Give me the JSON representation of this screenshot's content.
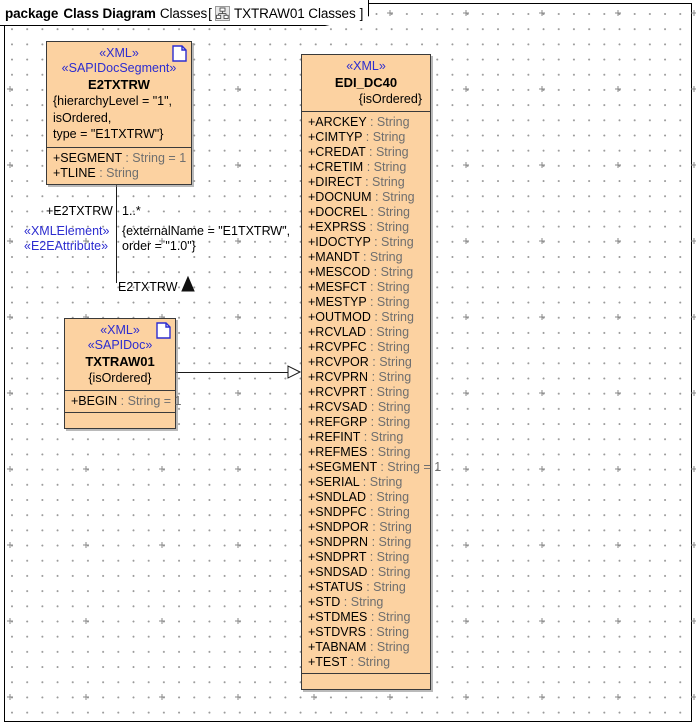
{
  "window": {
    "package_keyword": "package",
    "diagram_kind": "Class Diagram",
    "package_name": "Classes",
    "bracket_open": "[",
    "bracket_close": "]",
    "tab_title": "TXTRAW01 Classes",
    "tab_icon": "class-diagram-icon"
  },
  "canvas": {
    "background": "#ffffff",
    "grid_dot_color": "#9a9a9a",
    "border_color": "#000000"
  },
  "style": {
    "class_fill": "#FCD2A1",
    "class_border": "#3a3a3a",
    "stereotype_color": "#2D2DD0",
    "attribute_type_color": "#6f6f6f",
    "connector_color": "#1a1a1a"
  },
  "classes": [
    {
      "id": "e2txtrw",
      "stereotypes": [
        "«XML»",
        "«SAPIDocSegment»"
      ],
      "name": "E2TXTRW",
      "has_doc_icon": true,
      "constraint_align": "left",
      "constraint_lines": [
        "{hierarchyLevel = \"1\",",
        "isOrdered,",
        "type = \"E1TXTRW\"}"
      ],
      "attributes": [
        {
          "visibility": "+",
          "name": "SEGMENT",
          "type": "String",
          "default": "1"
        },
        {
          "visibility": "+",
          "name": "TLINE",
          "type": "String",
          "default": null
        }
      ],
      "trailing_empty_compartment": false
    },
    {
      "id": "txtraw01",
      "stereotypes": [
        "«XML»",
        "«SAPIDoc»"
      ],
      "name": "TXTRAW01",
      "has_doc_icon": true,
      "constraint_align": "center",
      "constraint_lines": [
        "{isOrdered}"
      ],
      "attributes": [
        {
          "visibility": "+",
          "name": "BEGIN",
          "type": "String",
          "default": "1"
        }
      ],
      "trailing_empty_compartment": true
    },
    {
      "id": "edi_dc40",
      "stereotypes": [
        "«XML»"
      ],
      "name": "EDI_DC40",
      "has_doc_icon": false,
      "constraint_align": "right",
      "constraint_lines": [
        "{isOrdered}"
      ],
      "attributes": [
        {
          "visibility": "+",
          "name": "ARCKEY",
          "type": "String",
          "default": null
        },
        {
          "visibility": "+",
          "name": "CIMTYP",
          "type": "String",
          "default": null
        },
        {
          "visibility": "+",
          "name": "CREDAT",
          "type": "String",
          "default": null
        },
        {
          "visibility": "+",
          "name": "CRETIM",
          "type": "String",
          "default": null
        },
        {
          "visibility": "+",
          "name": "DIRECT",
          "type": "String",
          "default": null
        },
        {
          "visibility": "+",
          "name": "DOCNUM",
          "type": "String",
          "default": null
        },
        {
          "visibility": "+",
          "name": "DOCREL",
          "type": "String",
          "default": null
        },
        {
          "visibility": "+",
          "name": "EXPRSS",
          "type": "String",
          "default": null
        },
        {
          "visibility": "+",
          "name": "IDOCTYP",
          "type": "String",
          "default": null
        },
        {
          "visibility": "+",
          "name": "MANDT",
          "type": "String",
          "default": null
        },
        {
          "visibility": "+",
          "name": "MESCOD",
          "type": "String",
          "default": null
        },
        {
          "visibility": "+",
          "name": "MESFCT",
          "type": "String",
          "default": null
        },
        {
          "visibility": "+",
          "name": "MESTYP",
          "type": "String",
          "default": null
        },
        {
          "visibility": "+",
          "name": "OUTMOD",
          "type": "String",
          "default": null
        },
        {
          "visibility": "+",
          "name": "RCVLAD",
          "type": "String",
          "default": null
        },
        {
          "visibility": "+",
          "name": "RCVPFC",
          "type": "String",
          "default": null
        },
        {
          "visibility": "+",
          "name": "RCVPOR",
          "type": "String",
          "default": null
        },
        {
          "visibility": "+",
          "name": "RCVPRN",
          "type": "String",
          "default": null
        },
        {
          "visibility": "+",
          "name": "RCVPRT",
          "type": "String",
          "default": null
        },
        {
          "visibility": "+",
          "name": "RCVSAD",
          "type": "String",
          "default": null
        },
        {
          "visibility": "+",
          "name": "REFGRP",
          "type": "String",
          "default": null
        },
        {
          "visibility": "+",
          "name": "REFINT",
          "type": "String",
          "default": null
        },
        {
          "visibility": "+",
          "name": "REFMES",
          "type": "String",
          "default": null
        },
        {
          "visibility": "+",
          "name": "SEGMENT",
          "type": "String",
          "default": "1"
        },
        {
          "visibility": "+",
          "name": "SERIAL",
          "type": "String",
          "default": null
        },
        {
          "visibility": "+",
          "name": "SNDLAD",
          "type": "String",
          "default": null
        },
        {
          "visibility": "+",
          "name": "SNDPFC",
          "type": "String",
          "default": null
        },
        {
          "visibility": "+",
          "name": "SNDPOR",
          "type": "String",
          "default": null
        },
        {
          "visibility": "+",
          "name": "SNDPRN",
          "type": "String",
          "default": null
        },
        {
          "visibility": "+",
          "name": "SNDPRT",
          "type": "String",
          "default": null
        },
        {
          "visibility": "+",
          "name": "SNDSAD",
          "type": "String",
          "default": null
        },
        {
          "visibility": "+",
          "name": "STATUS",
          "type": "String",
          "default": null
        },
        {
          "visibility": "+",
          "name": "STD",
          "type": "String",
          "default": null
        },
        {
          "visibility": "+",
          "name": "STDMES",
          "type": "String",
          "default": null
        },
        {
          "visibility": "+",
          "name": "STDVRS",
          "type": "String",
          "default": null
        },
        {
          "visibility": "+",
          "name": "TABNAM",
          "type": "String",
          "default": null
        },
        {
          "visibility": "+",
          "name": "TEST",
          "type": "String",
          "default": null
        }
      ],
      "trailing_empty_compartment": true
    }
  ],
  "connectors": {
    "composition": {
      "role_name": "+E2TXTRW",
      "multiplicity": "1..*",
      "stereotype_1": "«XMLElement»",
      "stereotype_2": "«E2EAttribute»",
      "constraint_line_1": "{externalName = \"E1TXTRW\",",
      "constraint_line_2": "order = \"1.0\"}",
      "direction_label": "E2TXTRW",
      "direction_marker": "▲"
    },
    "association": {
      "arrow_type": "open-triangle"
    }
  }
}
